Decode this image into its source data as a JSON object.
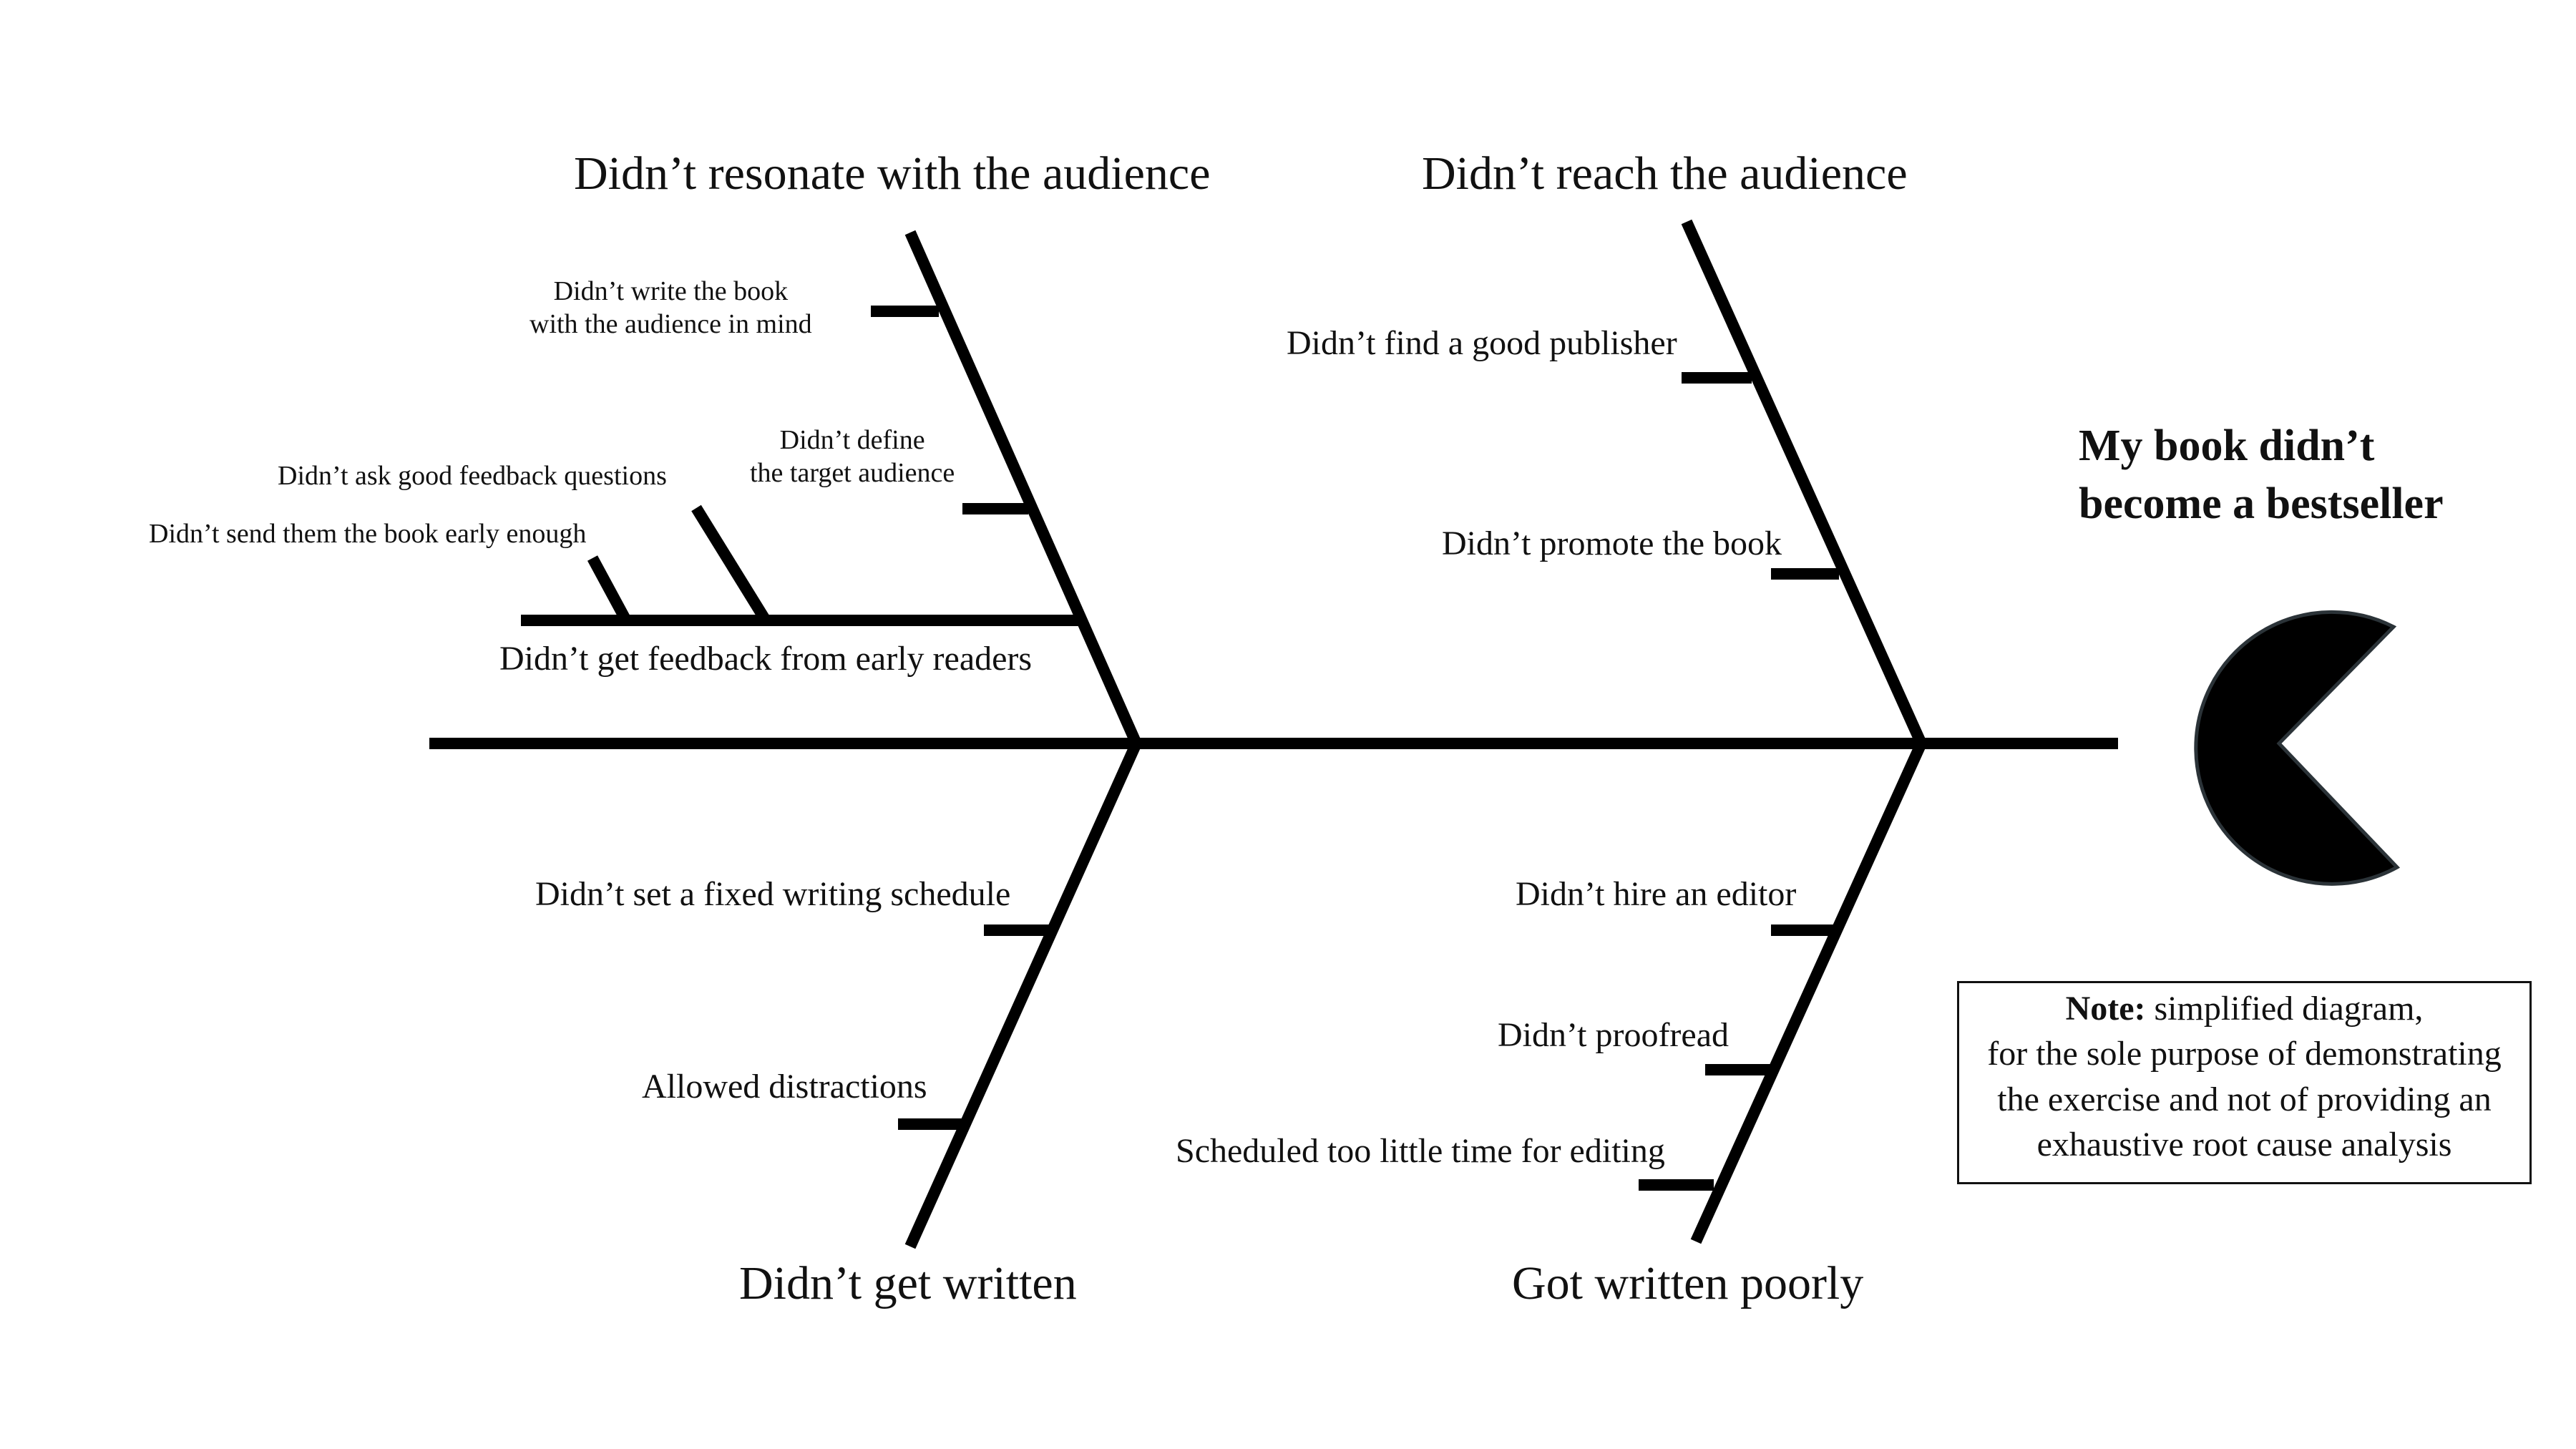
{
  "problem": {
    "lines": [
      "My book didn’t",
      "become a bestseller"
    ]
  },
  "categories": {
    "top_left": "Didn’t resonate with the audience",
    "top_right": "Didn’t reach the audience",
    "bottom_left": "Didn’t get written",
    "bottom_right": "Got written poorly"
  },
  "causes": {
    "write_for_audience": [
      "Didn’t write the book",
      "with the audience in mind"
    ],
    "define_audience": [
      "Didn’t define",
      "the target audience"
    ],
    "early_readers": "Didn’t get feedback from early readers",
    "feedback_questions": "Didn’t ask good feedback questions",
    "send_early": "Didn’t send them the book early enough",
    "publisher": "Didn’t find a good publisher",
    "promote": "Didn’t promote the book",
    "schedule": "Didn’t set a fixed writing schedule",
    "distractions": "Allowed distractions",
    "editor": "Didn’t hire an editor",
    "proofread": "Didn’t proofread",
    "editing_time": "Scheduled too little time for editing"
  },
  "note": {
    "label": "Note:",
    "lines": [
      "simplified diagram,",
      "for the sole purpose of demonstrating",
      "the exercise and not of providing an",
      "exhaustive root cause analysis"
    ]
  },
  "colors": {
    "line": "#000000",
    "text": "#111111",
    "background": "#ffffff"
  }
}
